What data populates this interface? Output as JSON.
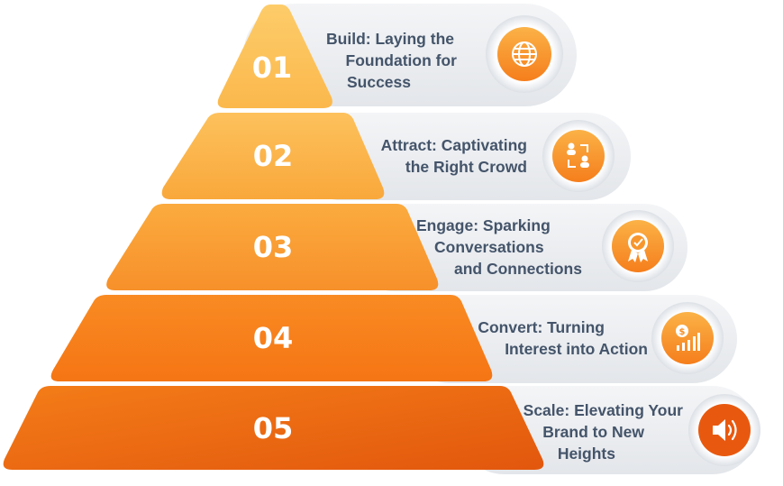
{
  "tiers": [
    {
      "number": "01",
      "lines": [
        "Build: Laying the",
        "Foundation for",
        "Success"
      ],
      "icon": "globe-icon"
    },
    {
      "number": "02",
      "lines": [
        "Attract: Captivating",
        "the Right Crowd"
      ],
      "icon": "audience-exchange-icon"
    },
    {
      "number": "03",
      "lines": [
        "Engage: Sparking",
        "Conversations",
        "and Connections"
      ],
      "icon": "award-badge-icon"
    },
    {
      "number": "04",
      "lines": [
        "Convert: Turning",
        "Interest into Action"
      ],
      "icon": "dollar-growth-icon"
    },
    {
      "number": "05",
      "lines": [
        "Scale: Elevating Your",
        "Brand to New",
        "Heights"
      ],
      "icon": "speaker-icon"
    }
  ],
  "colors": {
    "label_text": "#44546a",
    "pill_background": "#eceef1",
    "tier_gradient_light": "#fcc35f",
    "tier_gradient_dark": "#f56a0e"
  }
}
